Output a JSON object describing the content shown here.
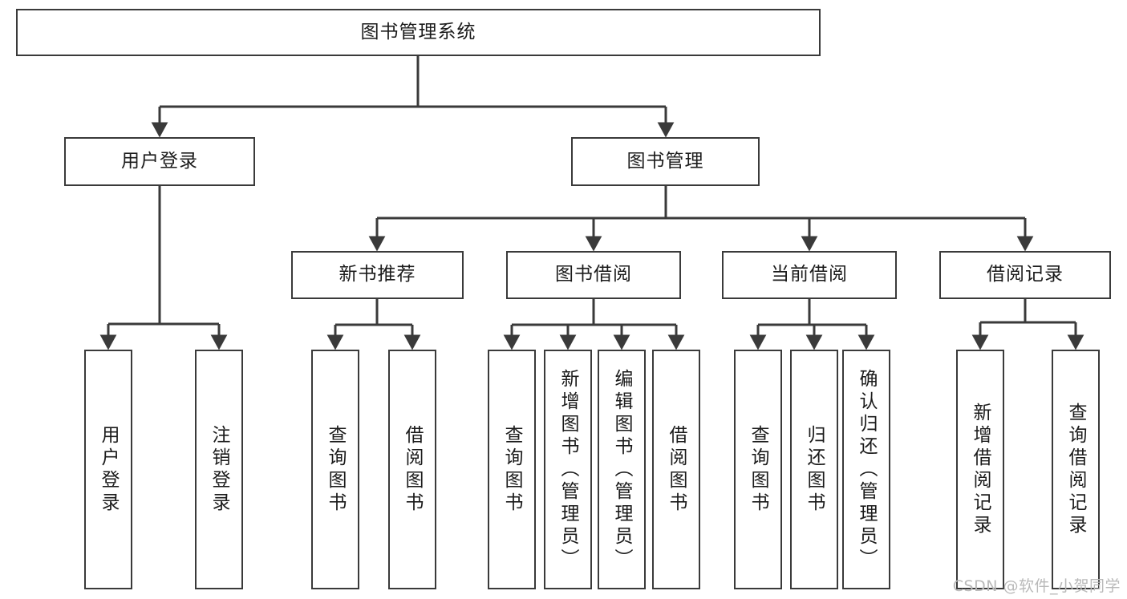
{
  "diagram": {
    "type": "tree-hierarchy",
    "title": "图书管理系统",
    "root": {
      "id": "root",
      "label": "图书管理系统"
    },
    "level2": [
      {
        "id": "user-login",
        "label": "用户登录"
      },
      {
        "id": "book-manage",
        "label": "图书管理"
      }
    ],
    "level3": [
      {
        "id": "new-book-recommend",
        "label": "新书推荐",
        "parent": "book-manage"
      },
      {
        "id": "book-borrow",
        "label": "图书借阅",
        "parent": "book-manage"
      },
      {
        "id": "current-borrow",
        "label": "当前借阅",
        "parent": "book-manage"
      },
      {
        "id": "borrow-record",
        "label": "借阅记录",
        "parent": "book-manage"
      }
    ],
    "leaves": [
      {
        "id": "leaf-user-login",
        "label": "用户登录",
        "parent": "user-login"
      },
      {
        "id": "leaf-user-logout",
        "label": "注销登录",
        "parent": "user-login"
      },
      {
        "id": "leaf-query-book-1",
        "label": "查询图书",
        "parent": "new-book-recommend"
      },
      {
        "id": "leaf-borrow-book-1",
        "label": "借阅图书",
        "parent": "new-book-recommend"
      },
      {
        "id": "leaf-query-book-2",
        "label": "查询图书",
        "parent": "book-borrow"
      },
      {
        "id": "leaf-add-book",
        "label": "新增图书（管理员）",
        "parent": "book-borrow"
      },
      {
        "id": "leaf-edit-book",
        "label": "编辑图书（管理员）",
        "parent": "book-borrow"
      },
      {
        "id": "leaf-borrow-book-2",
        "label": "借阅图书",
        "parent": "book-borrow"
      },
      {
        "id": "leaf-query-book-3",
        "label": "查询图书",
        "parent": "current-borrow"
      },
      {
        "id": "leaf-return-book",
        "label": "归还图书",
        "parent": "current-borrow"
      },
      {
        "id": "leaf-confirm-return",
        "label": "确认归还（管理员）",
        "parent": "current-borrow"
      },
      {
        "id": "leaf-add-record",
        "label": "新增借阅记录",
        "parent": "borrow-record"
      },
      {
        "id": "leaf-query-record",
        "label": "查询借阅记录",
        "parent": "borrow-record"
      }
    ],
    "colors": {
      "stroke": "#3a3a3a",
      "fill": "#ffffff",
      "text": "#1b1b1b",
      "watermark": "#b9b9b9"
    }
  },
  "watermark": {
    "text": "CSDN @软件_小贺同学"
  }
}
